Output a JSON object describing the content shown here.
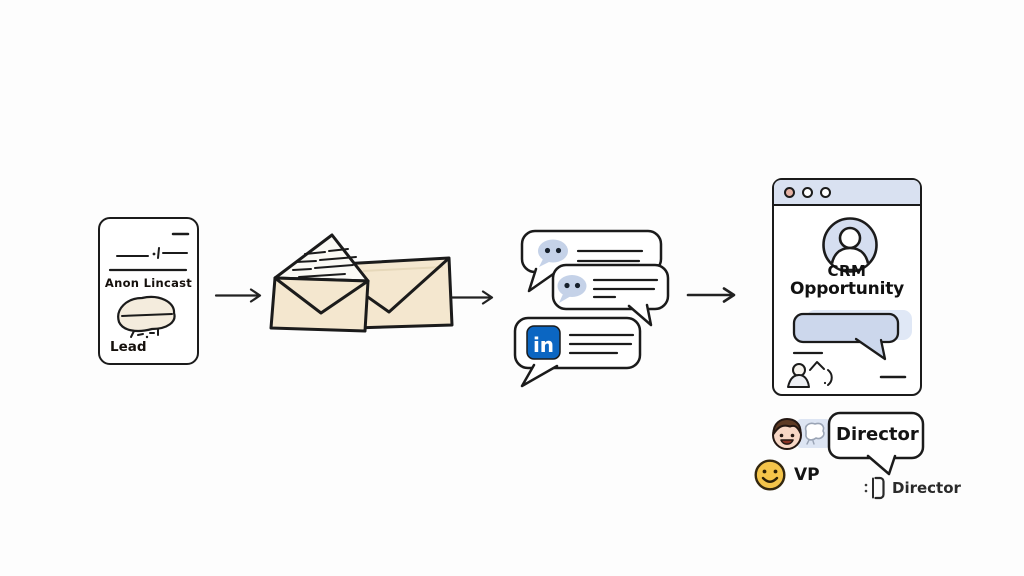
{
  "lead_card": {
    "name_text": "Anon Lincast",
    "label": "Lead"
  },
  "crm_window": {
    "heading_line1": "CRM",
    "heading_line2": "Opportunity"
  },
  "linkedin": {
    "logo_text": "in"
  },
  "personas": {
    "director_bubble_label": "Director",
    "vp_label": "VP",
    "director_note_label": "Director"
  },
  "icons": {
    "flow_arrow": "arrow-right-icon",
    "email_step": "open-and-closed-envelopes-icon",
    "chat_step": "chat-bubble-icon",
    "linkedin_logo": "linkedin-icon",
    "crm_avatar": "person-avatar-icon",
    "window_controls": "traffic-light-dots-icon",
    "crm_speech": "speech-bubble-icon",
    "crm_people_doodle": "people-sketch-icon",
    "director_face": "person-face-emoji-icon",
    "vp_face": "smiley-emoji-icon",
    "director_note": "page-flip-icon"
  },
  "colors": {
    "background": "#fdfdfd",
    "outline": "#1b1b1b",
    "envelope_fill": "#f4e7cf",
    "letter_fill": "#fbfaf5",
    "chat_icon_fill": "#c5d2e8",
    "chat_icon_dot": "#17202b",
    "linkedin_blue": "#0b66c2",
    "titlebar_fill": "#d9e1f1",
    "window_dot_fill": "#e5b2a4",
    "avatar_fill": "#d5def0",
    "speech_bubble_fill": "#ccd7ec",
    "speech_bubble_shadow": "#e0e8f6",
    "smiley_yellow": "#f4c44a",
    "skin": "#f8d7c5",
    "hair_brown": "#5d3a24",
    "mouth_red": "#8c3326",
    "note_patch": "#dde5f3"
  }
}
